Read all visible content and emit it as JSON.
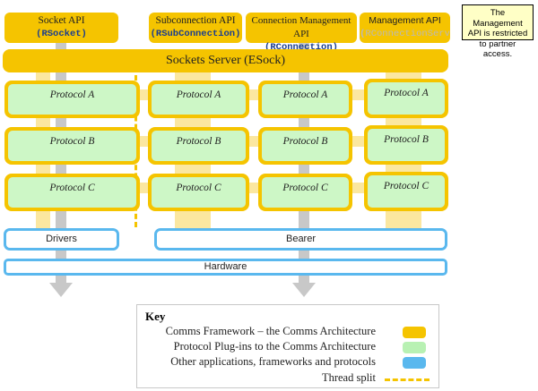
{
  "apis": [
    {
      "title": "Socket API",
      "open": "(",
      "cls": "RSocket",
      "close": ")",
      "faded": false
    },
    {
      "title": "Subconnection API",
      "open": "(",
      "cls": "RSubConnection",
      "close": ")",
      "faded": false
    },
    {
      "title": "Connection Management API",
      "open": "(",
      "cls": "RConnection",
      "close": ")",
      "faded": false
    },
    {
      "title": "Management API",
      "open": "(",
      "cls": "RConnectionServ",
      "close": "",
      "faded": true
    }
  ],
  "callout": "The Management API is restricted to partner access.",
  "server_label": "Sockets Server (ESock)",
  "protocol_rows": [
    "Protocol A",
    "Protocol B",
    "Protocol C"
  ],
  "drivers_label": "Drivers",
  "bearer_label": "Bearer",
  "hardware_label": "Hardware",
  "key": {
    "title": "Key",
    "items": [
      {
        "label": "Comms Framework – the Comms Architecture",
        "color": "#f5c400"
      },
      {
        "label": "Protocol Plug-ins to the Comms Architecture",
        "color": "#b8f1b3"
      },
      {
        "label": "Other applications, frameworks and protocols",
        "color": "#5ab8ee"
      }
    ],
    "thread_split": "Thread split"
  },
  "colors": {
    "framework": "#f5c400",
    "plugin": "#cdf7c6",
    "other": "#5ab8ee",
    "arrow": "#c8c8c8"
  }
}
